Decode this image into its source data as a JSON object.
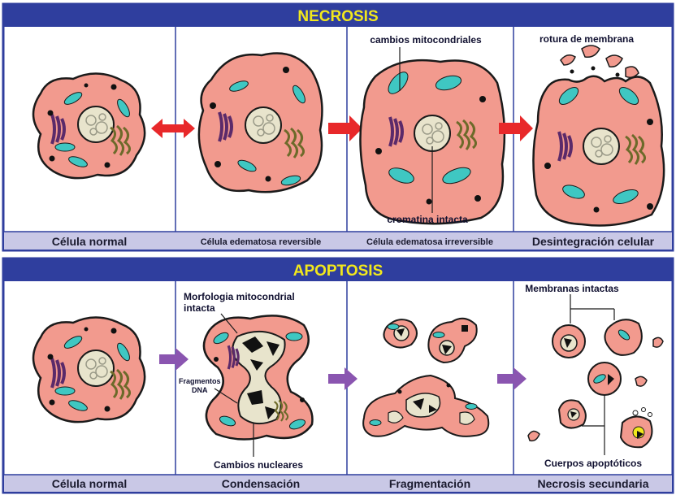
{
  "necrosis": {
    "title": "NECROSIS",
    "captions": [
      "Célula normal",
      "Célula edematosa reversible",
      "Célula edematosa irreversible",
      "Desintegración celular"
    ],
    "annotations": {
      "mito": "cambios mitocondriales",
      "chromatin": "cromatina intacta",
      "membrane": "rotura de membrana"
    }
  },
  "apoptosis": {
    "title": "APOPTOSIS",
    "captions": [
      "Célula normal",
      "Condensación",
      "Fragmentación",
      "Necrosis secundaria"
    ],
    "annotations": {
      "morph_line1": "Morfologia mitocondrial",
      "morph_line2": "intacta",
      "dna_line1": "Fragmentos",
      "dna_line2": "DNA",
      "nuclear": "Cambios nucleares",
      "membranes": "Membranas intactas",
      "bodies": "Cuerpos apoptóticos"
    }
  },
  "colors": {
    "banner": "#2f3e9e",
    "caption_bg": "#c9c8e6",
    "cell_fill": "#f29a8e",
    "mitochondria": "#3fc7c2",
    "nucleus": "#e8e4cc",
    "golgi": "#5b2a6a",
    "er": "#6d6a2a",
    "arrow_necrosis": "#e8282a",
    "arrow_apoptosis": "#8a55b0"
  }
}
